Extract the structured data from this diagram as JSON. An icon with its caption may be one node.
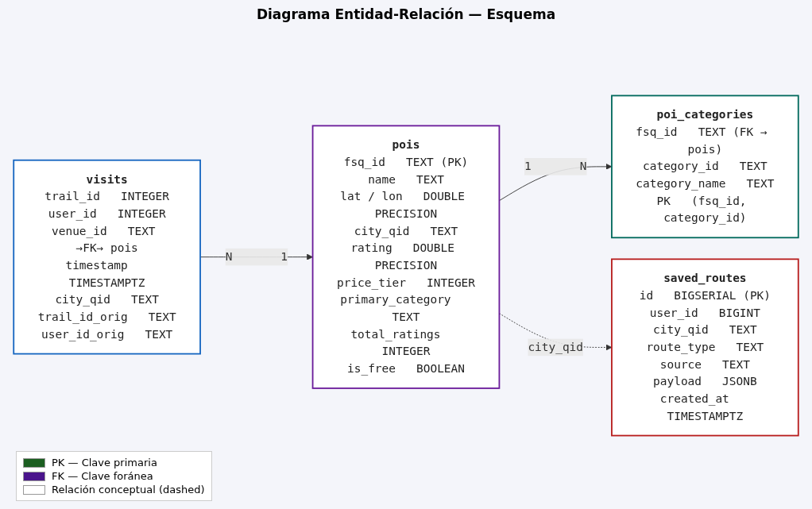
{
  "diagram": {
    "title": "Diagrama Entidad-Relación — Esquema",
    "nodes": [
      {
        "text": [
          "visits",
          "trail_id",
          "INTEGER",
          "user_id",
          "INTEGER",
          "venue_id",
          "TEXT →FK→ pois",
          "timestamp",
          "TIMESTAMPTZ",
          "city_qid",
          "TEXT",
          "trail_id_orig",
          "TEXT",
          "user_id_orig",
          "TEXT"
        ]
      },
      {
        "text": [
          "pois",
          "fsq_id",
          "TEXT (PK)",
          "name",
          "TEXT",
          "lat / lon",
          "DOUBLE PRECISION",
          "city_qid",
          "TEXT",
          "rating",
          "DOUBLE PRECISION",
          "price_tier",
          "INTEGER",
          "primary_category",
          "TEXT",
          "total_ratings",
          "INTEGER",
          "is_free",
          "BOOLEAN"
        ]
      },
      {
        "text": [
          "poi_categories",
          "fsq_id",
          "TEXT (FK → pois)",
          "category_id",
          "TEXT",
          "category_name",
          "TEXT",
          "PK",
          "(fsq_id, category_id)"
        ]
      },
      {
        "text": [
          "saved_routes",
          "id",
          "BIGSERIAL (PK)",
          "user_id",
          "BIGINT",
          "city_qid",
          "TEXT",
          "route_type",
          "TEXT",
          "source",
          "TEXT",
          "payload",
          "JSONB",
          "created_at",
          "TIMESTAMPTZ"
        ]
      }
    ],
    "edges": [
      {
        "from": 0,
        "to": 1,
        "arrow": "to"
      },
      {
        "from": 1,
        "to": 2,
        "arrow": "to"
      },
      {
        "from": 1,
        "to": 3,
        "arrow": "to",
        "label": "city_qid",
        "style": "dashed"
      }
    ],
    "labels": [
      "N",
      "1",
      "1",
      "N"
    ],
    "legend": [
      {
        "text": "PK — Clave primaria",
        "color": "#1b5e20"
      },
      {
        "text": "FK — Clave foránea",
        "color": "#4a148c"
      },
      {
        "text": "Relación conceptual (dashed)",
        "color": "#ffffff"
      }
    ]
  }
}
